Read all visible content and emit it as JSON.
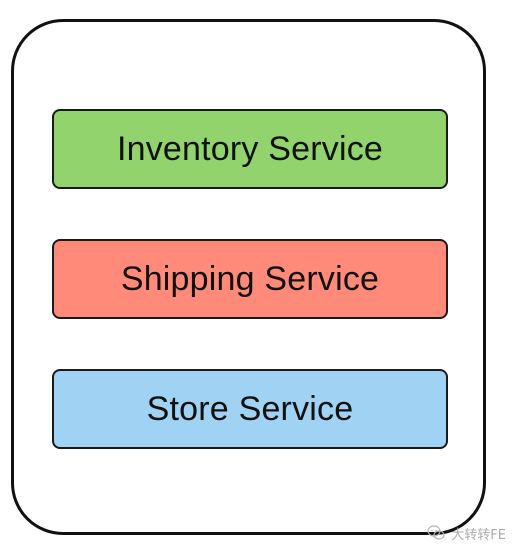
{
  "diagram": {
    "services": [
      {
        "label": "Inventory Service",
        "color": "#92d36e"
      },
      {
        "label": "Shipping Service",
        "color": "#ff8a7a"
      },
      {
        "label": "Store Service",
        "color": "#9fd2f3"
      }
    ]
  },
  "watermark": {
    "text": "大转转FE",
    "icon": "wechat-icon"
  }
}
